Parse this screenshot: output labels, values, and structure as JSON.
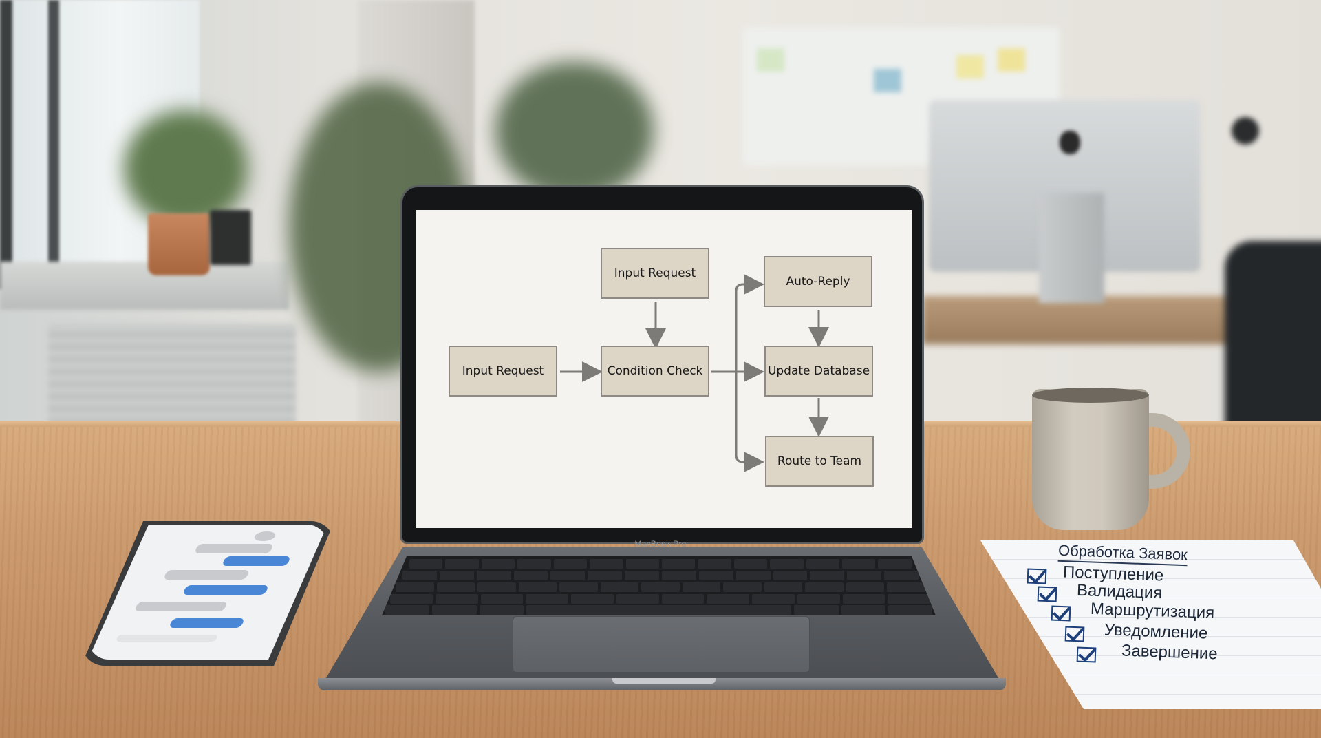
{
  "laptop": {
    "brand_label": "MacBook Pro"
  },
  "diagram": {
    "nodes": {
      "input_top": "Input Request",
      "input_left": "Input Request",
      "condition": "Condition Check",
      "auto_reply": "Auto-Reply",
      "update_db": "Update Database",
      "route_team": "Route to Team"
    },
    "colors": {
      "node_fill": "#ddd5c6",
      "node_border": "#8e8982",
      "arrow": "#7d7b78",
      "screen_bg": "#f4f3ef"
    }
  },
  "notebook": {
    "title": "Обработка Заявок",
    "items": [
      "Поступление",
      "Валидация",
      "Маршрутизация",
      "Уведомление",
      "Завершение"
    ],
    "check_color": "#1d3f7a"
  },
  "phone": {
    "bubble_colors": {
      "incoming": "#c9cacd",
      "outgoing": "#4a86d6"
    }
  }
}
